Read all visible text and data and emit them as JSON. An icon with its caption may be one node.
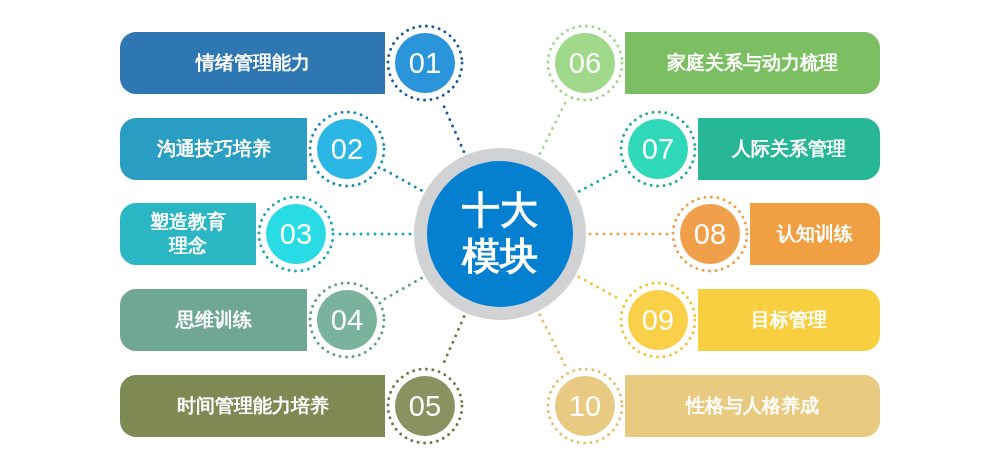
{
  "diagram": {
    "nodes": [
      {
        "text": [
          "十大模块"
        ]
      },
      {
        "text": [
          "情绪管理能力"
        ]
      },
      {
        "text": [
          "01"
        ]
      },
      {
        "text": [
          "沟通技巧培养"
        ]
      },
      {
        "text": [
          "02"
        ]
      },
      {
        "text": [
          "塑造教育理念"
        ]
      },
      {
        "text": [
          "03"
        ]
      },
      {
        "text": [
          "思维训练"
        ]
      },
      {
        "text": [
          "04"
        ]
      },
      {
        "text": [
          "时间管理能力培养"
        ]
      },
      {
        "text": [
          "05"
        ]
      },
      {
        "text": [
          "家庭关系与动力梳理"
        ]
      },
      {
        "text": [
          "06"
        ]
      },
      {
        "text": [
          "人际关系管理"
        ]
      },
      {
        "text": [
          "07"
        ]
      },
      {
        "text": [
          "认知训练"
        ]
      },
      {
        "text": [
          "08"
        ]
      },
      {
        "text": [
          "目标管理"
        ]
      },
      {
        "text": [
          "09"
        ]
      },
      {
        "text": [
          "性格与人格养成"
        ]
      },
      {
        "text": [
          "10"
        ]
      }
    ],
    "edges": [
      {
        "from": 0,
        "to": 2,
        "arrow": "none",
        "style": "dashed",
        "color": "#1a5aa0"
      },
      {
        "from": 0,
        "to": 4,
        "arrow": "none",
        "style": "dashed",
        "color": "#1a8cb4"
      },
      {
        "from": 0,
        "to": 6,
        "arrow": "none",
        "style": "dashed",
        "color": "#1aa8b8"
      },
      {
        "from": 0,
        "to": 8,
        "arrow": "none",
        "style": "dashed",
        "color": "#5f9f8a"
      },
      {
        "from": 0,
        "to": 10,
        "arrow": "none",
        "style": "dashed",
        "color": "#6e7a44"
      },
      {
        "from": 0,
        "to": 12,
        "arrow": "none",
        "style": "dashed",
        "color": "#9fd88a"
      },
      {
        "from": 0,
        "to": 14,
        "arrow": "none",
        "style": "dashed",
        "color": "#1fae8e"
      },
      {
        "from": 0,
        "to": 16,
        "arrow": "none",
        "style": "dashed",
        "color": "#f0a04a"
      },
      {
        "from": 0,
        "to": 18,
        "arrow": "none",
        "style": "dashed",
        "color": "#f2c430"
      },
      {
        "from": 0,
        "to": 20,
        "arrow": "none",
        "style": "dashed",
        "color": "#e2be6c"
      }
    ]
  }
}
